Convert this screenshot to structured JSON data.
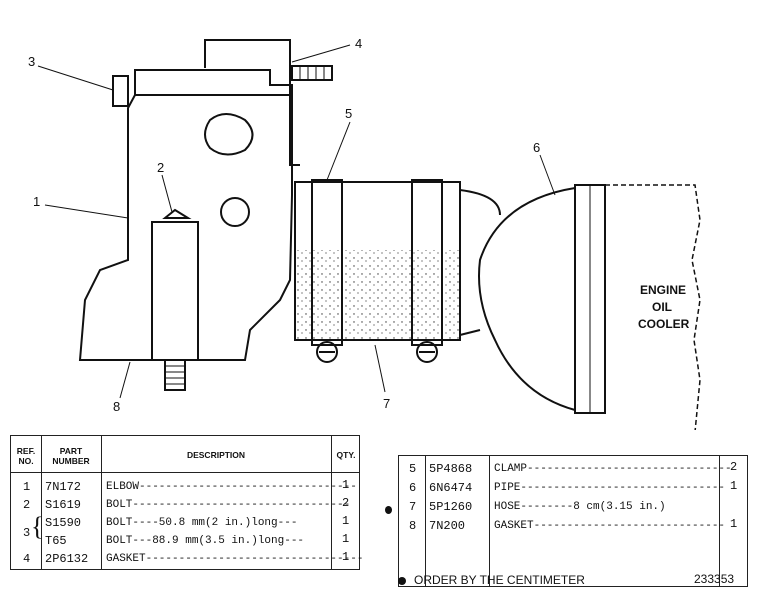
{
  "callouts": {
    "c1": "1",
    "c2": "2",
    "c3": "3",
    "c4": "4",
    "c5": "5",
    "c6": "6",
    "c7": "7",
    "c8": "8"
  },
  "cooler_label": {
    "line1": "ENGINE",
    "line2": "OIL",
    "line3": "COOLER"
  },
  "table_left": {
    "headers": {
      "ref": "REF. NO.",
      "part": "PART NUMBER",
      "desc": "DESCRIPTION",
      "qty": "QTY."
    },
    "rows": [
      {
        "ref": "1",
        "part": "7N172",
        "desc": "ELBOW---------------------------------",
        "qty": "1"
      },
      {
        "ref": "2",
        "part": "S1619",
        "desc": "BOLT---------------------------------",
        "qty": "2"
      },
      {
        "ref": "",
        "part": "S1590",
        "desc": "BOLT----50.8 mm(2 in.)long---",
        "qty": "1"
      },
      {
        "ref": "3",
        "part": "T65",
        "desc": "BOLT---88.9 mm(3.5 in.)long---",
        "qty": "1"
      },
      {
        "ref": "4",
        "part": "2P6132",
        "desc": "GASKET---------------------------------",
        "qty": "1"
      }
    ]
  },
  "table_right": {
    "rows": [
      {
        "ref": "5",
        "part": "5P4868",
        "desc": "CLAMP-------------------------------",
        "qty": "2"
      },
      {
        "ref": "6",
        "part": "6N6474",
        "desc": "PIPE-------------------------------",
        "qty": "1"
      },
      {
        "ref": "7",
        "part": "5P1260",
        "desc": "HOSE--------8 cm(3.15 in.)",
        "qty": ""
      },
      {
        "ref": "8",
        "part": "7N200",
        "desc": "GASKET-----------------------------",
        "qty": "1"
      }
    ]
  },
  "footnote": "ORDER BY THE CENTIMETER",
  "image_number": "233353"
}
